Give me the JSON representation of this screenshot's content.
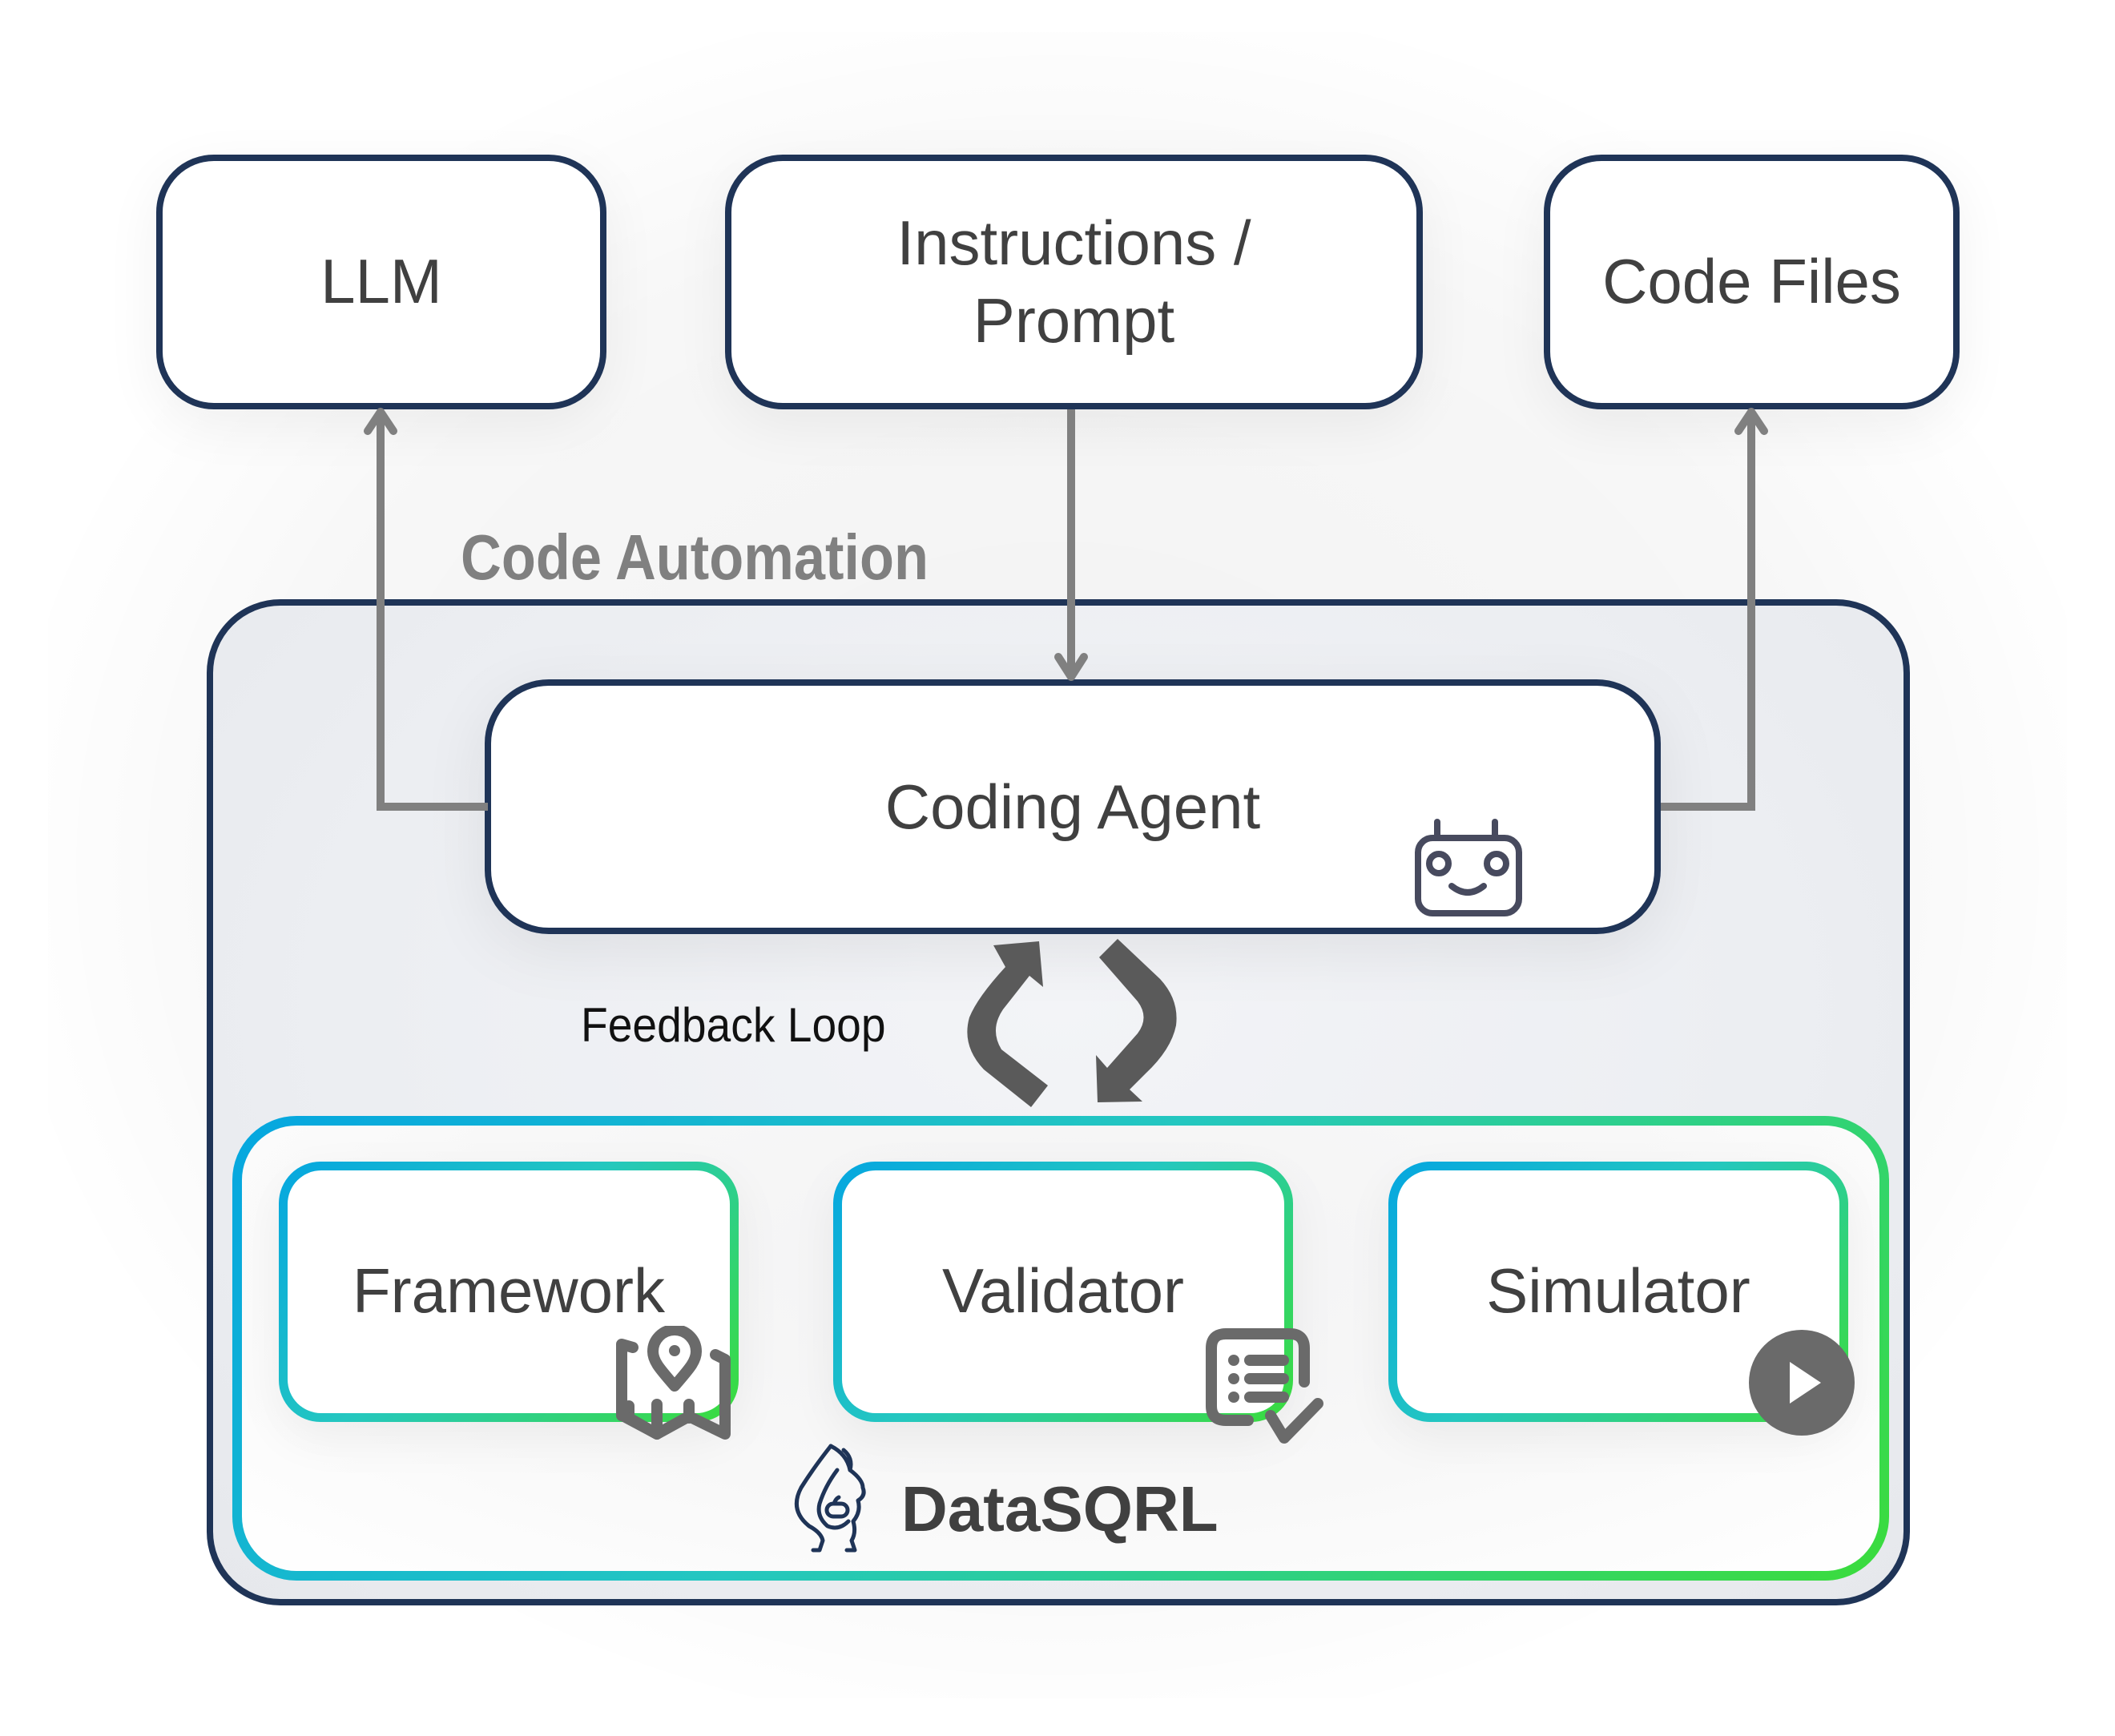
{
  "top_row": {
    "llm": {
      "label": "LLM"
    },
    "instructions": {
      "line1": "Instructions /",
      "line2": "Prompt"
    },
    "code_files": {
      "label": "Code Files"
    }
  },
  "code_automation": {
    "title": "Code Automation",
    "coding_agent": {
      "label": "Coding Agent",
      "icon": "robot-face-icon"
    },
    "feedback_loop": {
      "label": "Feedback Loop",
      "icon": "cycle-arrows-icon"
    },
    "datasqrl": {
      "label": "DataSQRL",
      "logo_icon": "squirrel-logo-icon",
      "components": [
        {
          "label": "Framework",
          "icon": "map-pin-icon"
        },
        {
          "label": "Validator",
          "icon": "checklist-icon"
        },
        {
          "label": "Simulator",
          "icon": "play-circle-icon"
        }
      ]
    }
  },
  "colors": {
    "box_border": "#1f3457",
    "connector": "#808080",
    "text": "#404040",
    "gradient_start": "#05a6e0",
    "gradient_mid": "#24c7c0",
    "gradient_end": "#3bdc3b",
    "icon_gray": "#6a6a6a"
  }
}
